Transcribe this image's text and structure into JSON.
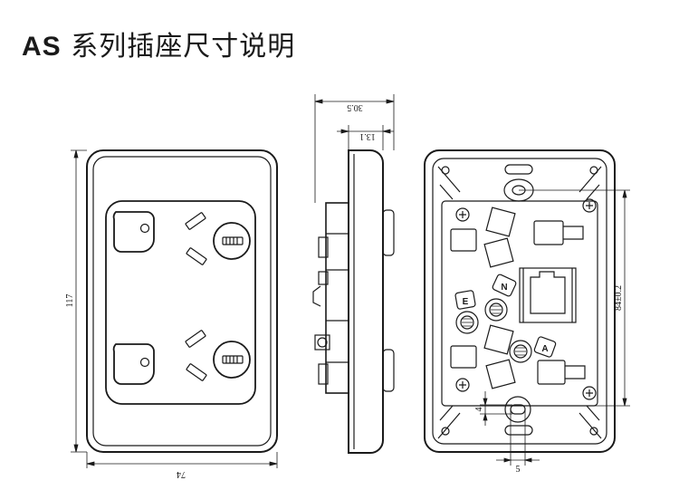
{
  "title": {
    "prefix": "AS",
    "text": "系列插座尺寸说明"
  },
  "dimensions": {
    "width_front": "74",
    "height_front": "117",
    "depth_total": "30.5",
    "plate_thickness": "13.1",
    "mount_spacing": "84±0.2",
    "slot_height": "4",
    "slot_width": "5"
  },
  "terminal_labels": {
    "earth": "E",
    "neutral": "N",
    "active": "A"
  }
}
